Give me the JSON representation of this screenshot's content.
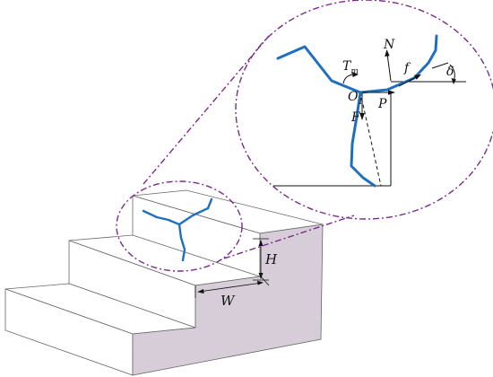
{
  "labels": {
    "H": "H",
    "W": "W",
    "N": "N",
    "f": "f",
    "delta": "δ",
    "P": "P",
    "F": "F",
    "T": "T",
    "T_sub": "m",
    "O": "O",
    "O_sub": "1"
  },
  "colors": {
    "leg": "#1f6fc0",
    "callout": "#7a2a8e",
    "riser_shade": "#d6cdd8",
    "outline": "#555555"
  }
}
